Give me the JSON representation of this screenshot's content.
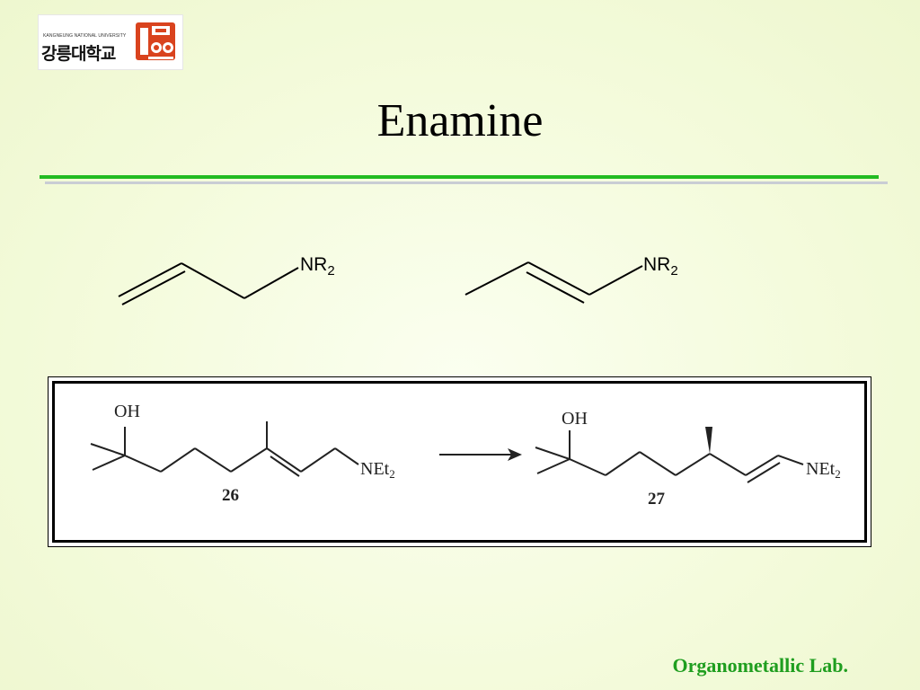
{
  "logo": {
    "university_en": "KANGNEUNG NATIONAL UNIVERSITY",
    "university_ko": "강릉대학교",
    "mark_color": "#d9431e",
    "icon": "university-logo-icon"
  },
  "slide": {
    "title": "Enamine",
    "footer": "Organometallic Lab."
  },
  "structures": {
    "left": {
      "group": "NR",
      "subscript": "2"
    },
    "right": {
      "group": "NR",
      "subscript": "2"
    }
  },
  "scheme": {
    "reactant": {
      "oh": "OH",
      "amine": "NEt",
      "amine_sub": "2",
      "number": "26"
    },
    "product": {
      "oh": "OH",
      "amine": "NEt",
      "amine_sub": "2",
      "number": "27"
    },
    "arrow": "reaction-arrow-icon"
  },
  "colors": {
    "title_rule": "#22bb22",
    "shadow_rule": "#c9cdd4",
    "footer": "#1f9e1f"
  }
}
